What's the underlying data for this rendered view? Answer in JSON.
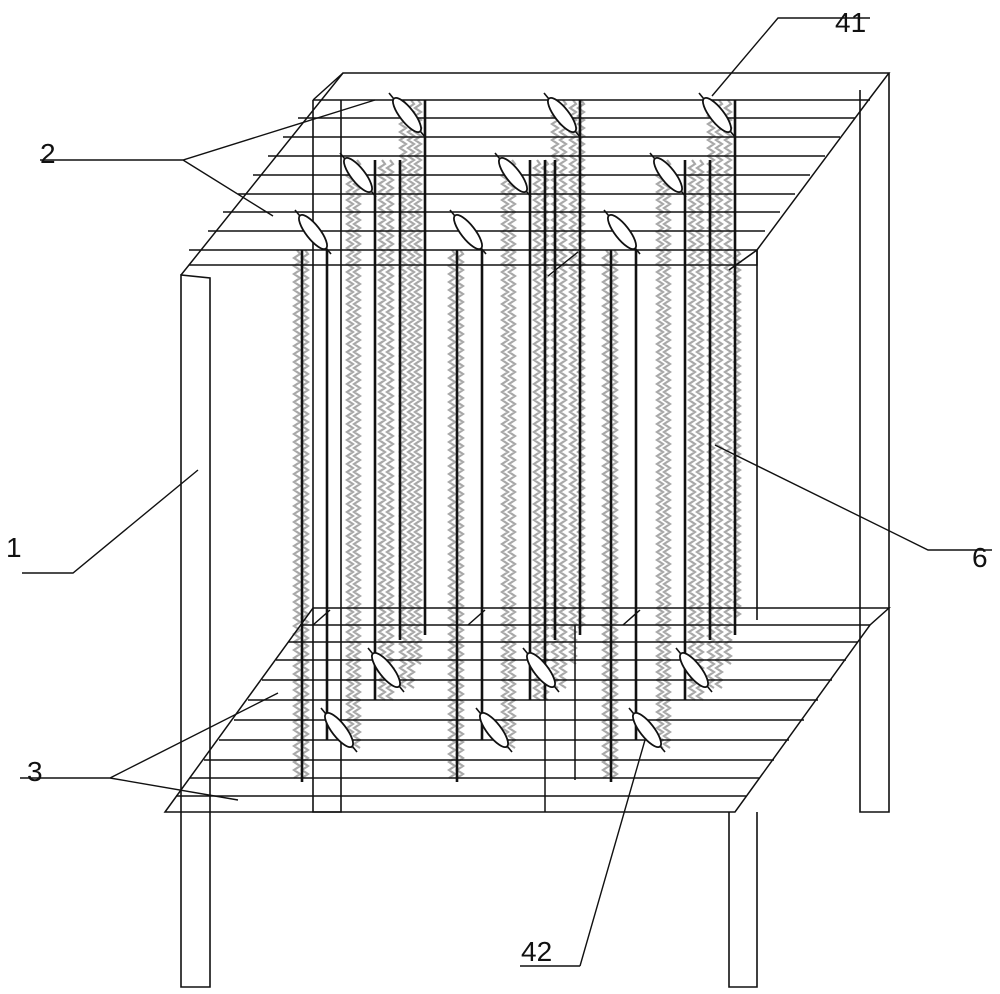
{
  "figure": {
    "labels": {
      "frame": "1",
      "upper_grid": "2",
      "lower_grid": "3",
      "upper_clip": "41",
      "lower_clip": "42",
      "fiber_bundle": "6"
    }
  },
  "colors": {
    "line": "#111111",
    "fiber": "#a8a8a8",
    "background": "#ffffff"
  }
}
